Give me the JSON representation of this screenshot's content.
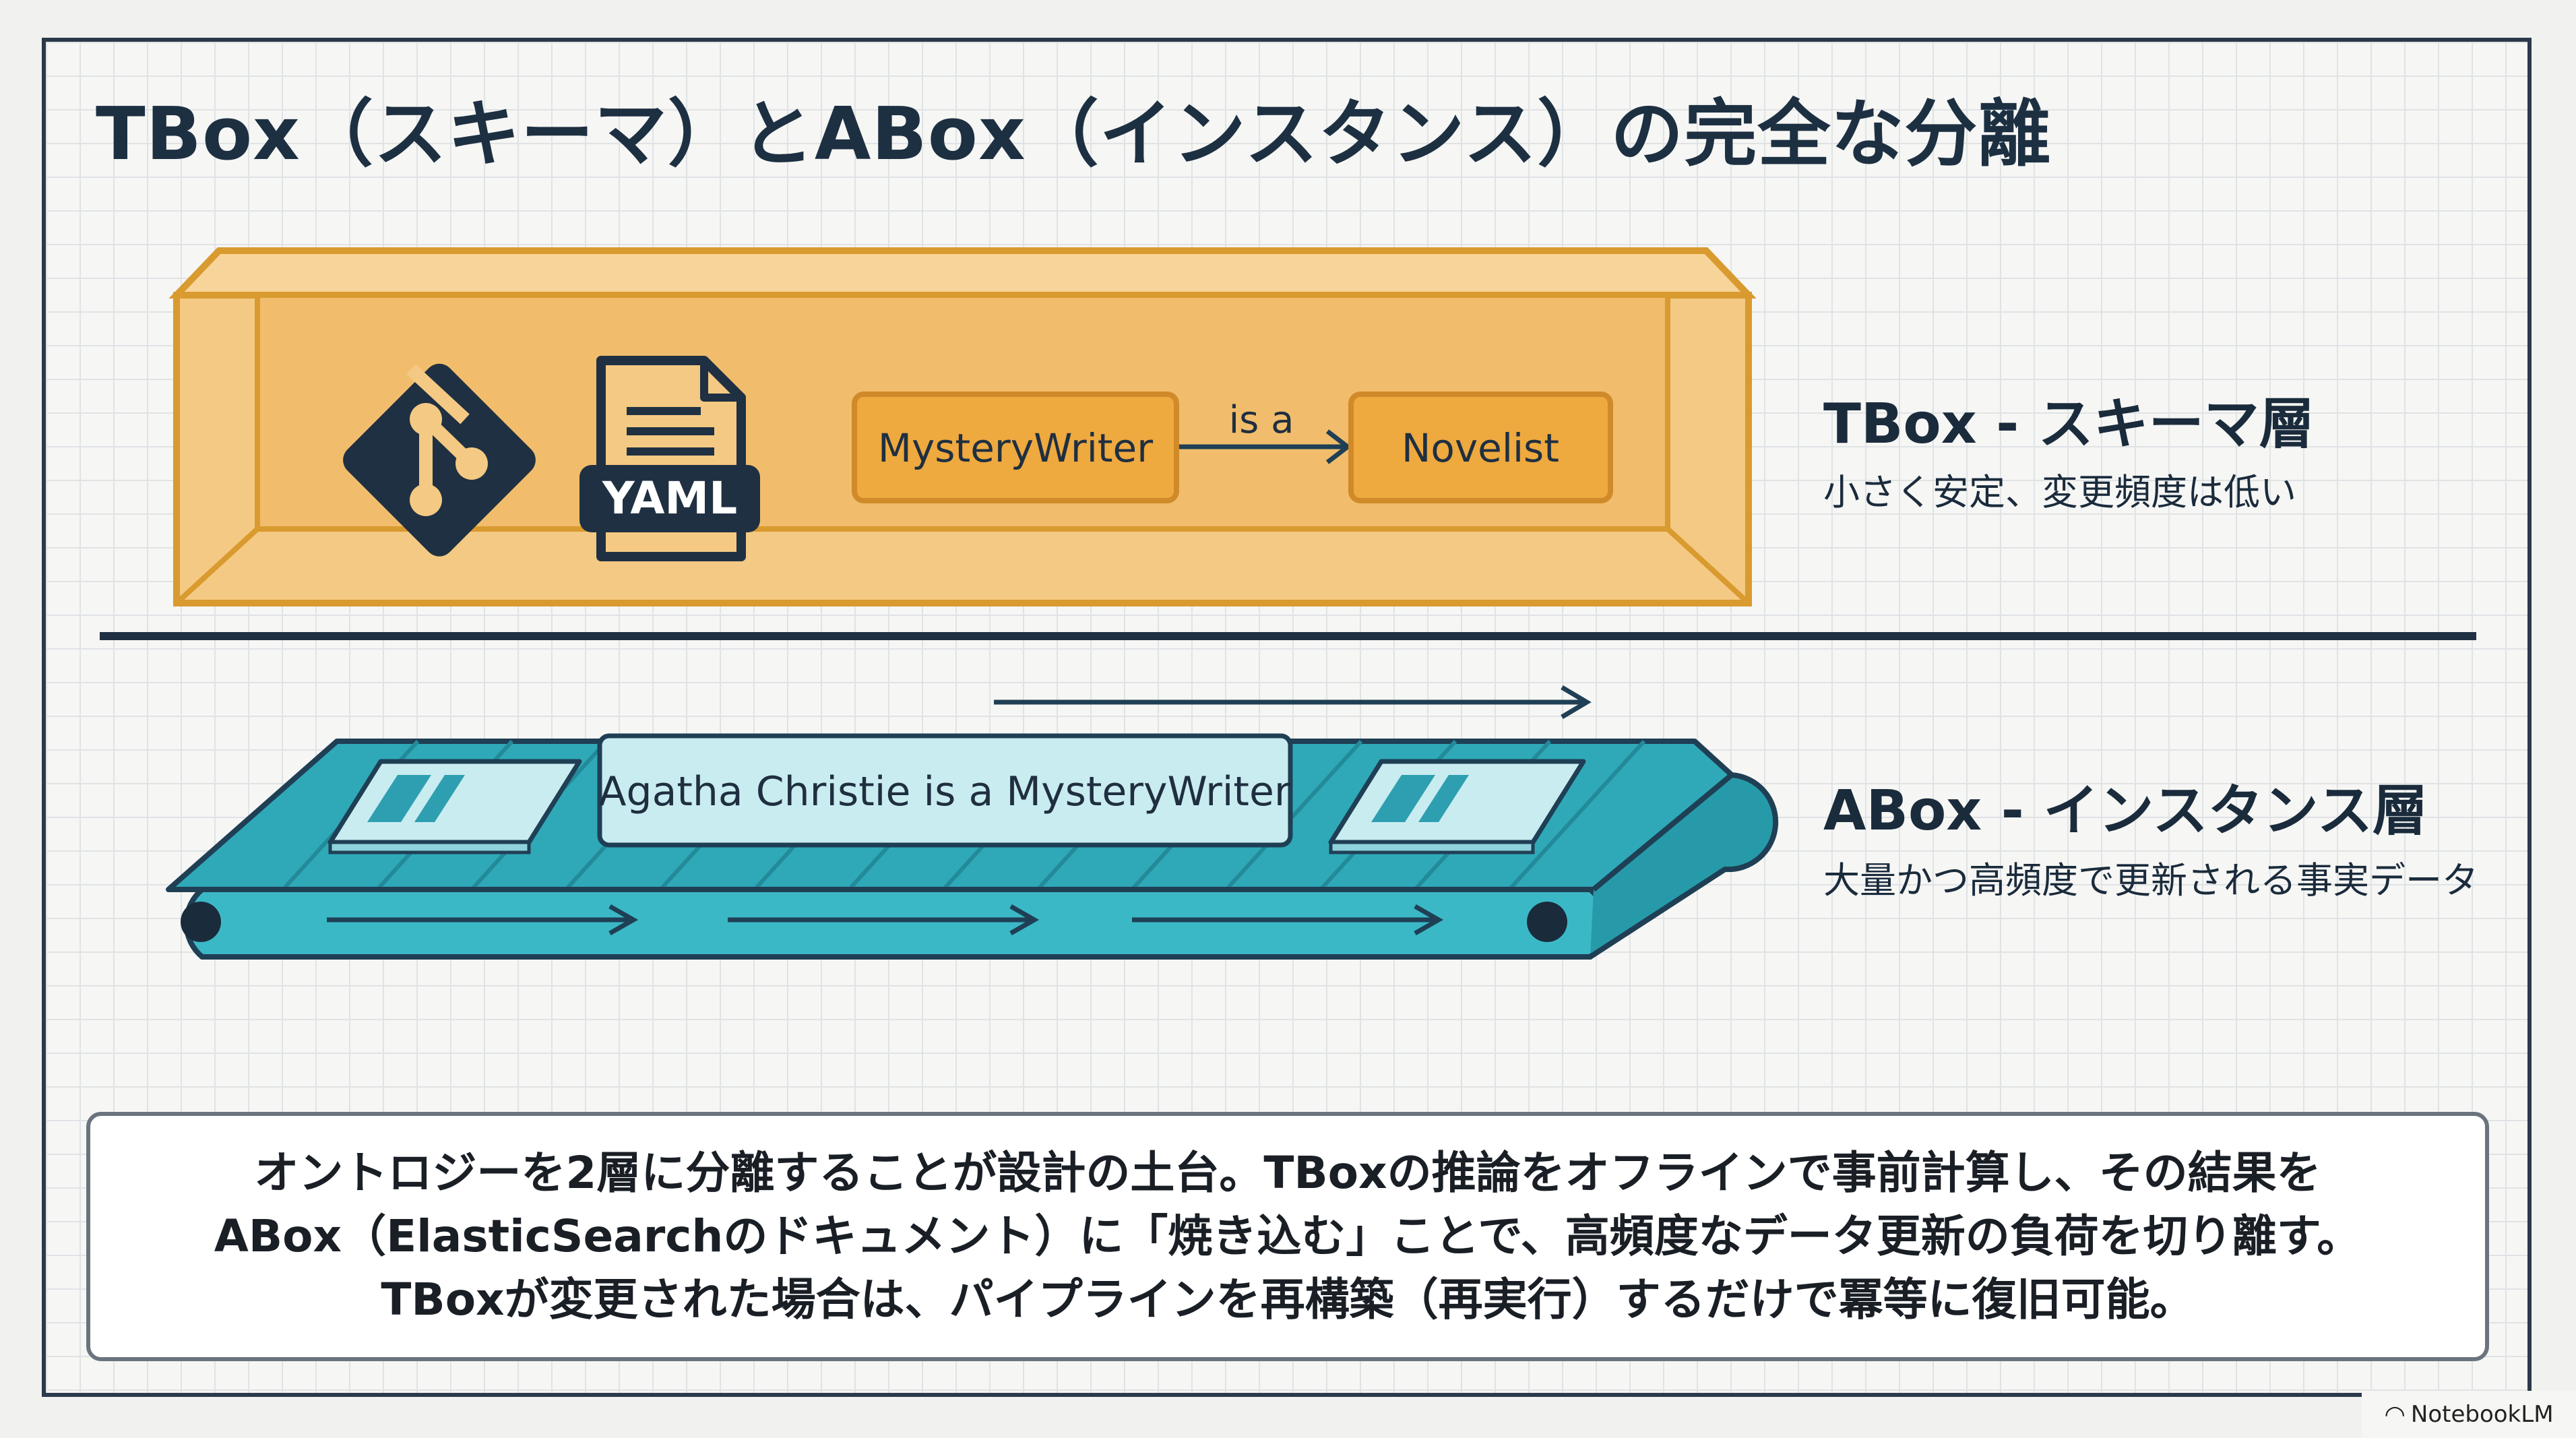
{
  "title": "TBox（スキーマ）とABox（インスタンス）の完全な分離",
  "tbox": {
    "heading": "TBox - スキーマ層",
    "description": "小さく安定、変更頻度は低い",
    "yaml_label": "YAML",
    "class_node": "MysteryWriter",
    "relation": "is a",
    "parent_node": "Novelist",
    "icons": [
      "git-icon",
      "yaml-file-icon"
    ],
    "colors": {
      "box_fill": "#f4c983",
      "box_stroke": "#d99a2f",
      "node_fill": "#eea93f"
    }
  },
  "abox": {
    "heading": "ABox - インスタンス層",
    "description": "大量かつ高頻度で更新される事実データ",
    "fact_card": "Agatha Christie is a MysteryWriter",
    "colors": {
      "belt_fill": "#2fa9b8",
      "belt_stroke": "#1f3f55",
      "card_fill": "#c9ecf0"
    }
  },
  "summary": {
    "lines": [
      "オントロジーを2層に分離することが設計の土台。TBoxの推論をオフラインで事前計算し、その結果を",
      "ABox（ElasticSearchのドキュメント）に「焼き込む」ことで、高頻度なデータ更新の負荷を切り離す。",
      "TBoxが変更された場合は、パイプラインを再構築（再実行）するだけで冪等に復旧可能。"
    ]
  },
  "watermark": "NotebookLM"
}
